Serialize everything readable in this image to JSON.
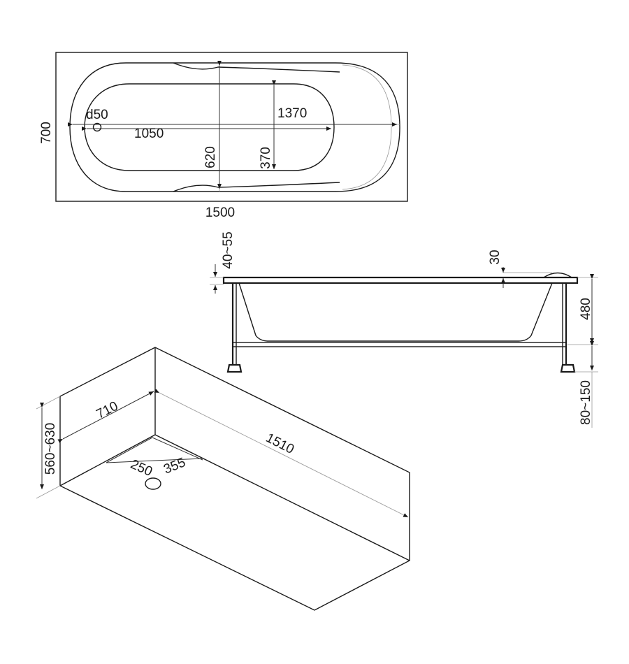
{
  "top_view": {
    "width_label": "700",
    "length_label": "1500",
    "drain_label": "d50",
    "inner_length_label": "1050",
    "outer_inner_length_label": "1370",
    "inner_width_label": "620",
    "half_width_label": "370"
  },
  "side_view": {
    "rim_label": "40~55",
    "lip_label": "30",
    "height_label": "480",
    "feet_label": "80~150"
  },
  "niche_view": {
    "height_label": "560~630",
    "width_label": "710",
    "length_label": "1510",
    "drain_offset_label": "250",
    "drain_width_label": "355"
  }
}
